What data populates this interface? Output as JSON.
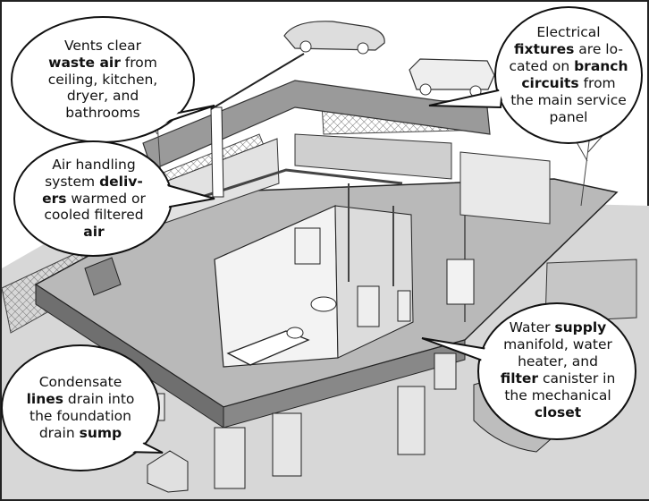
{
  "callouts": {
    "vents": {
      "line1": "Vents clear",
      "bold1": "waste air",
      "line2_rest": " from",
      "line3": "ceiling, kitchen,",
      "line4": "dryer, and",
      "line5": "bathrooms"
    },
    "electrical": {
      "line1": "Electrical",
      "bold1": "fixtures",
      "line2_rest": " are lo-",
      "line3_a": "cated on ",
      "bold2": "branch",
      "bold3": "circuits",
      "line4_rest": " from",
      "line5": "the main service",
      "line6": "panel"
    },
    "air": {
      "line1": "Air handling",
      "line2_a": "system ",
      "bold1": "deliv-",
      "bold2": "ers",
      "line3_rest": " warmed or",
      "line4": "cooled filtered",
      "bold3": "air"
    },
    "water": {
      "line1_a": "Water ",
      "bold1": "supply",
      "line2": "manifold, water",
      "line3": "heater, and",
      "bold2": "filter",
      "line4_rest": " canister in",
      "line5": "the mechanical",
      "bold3": "closet"
    },
    "condensate": {
      "line1": "Condensate",
      "bold1": "lines",
      "line2_rest": " drain into",
      "line3": "the foundation",
      "line4_a": "drain ",
      "bold2": "sump"
    }
  }
}
